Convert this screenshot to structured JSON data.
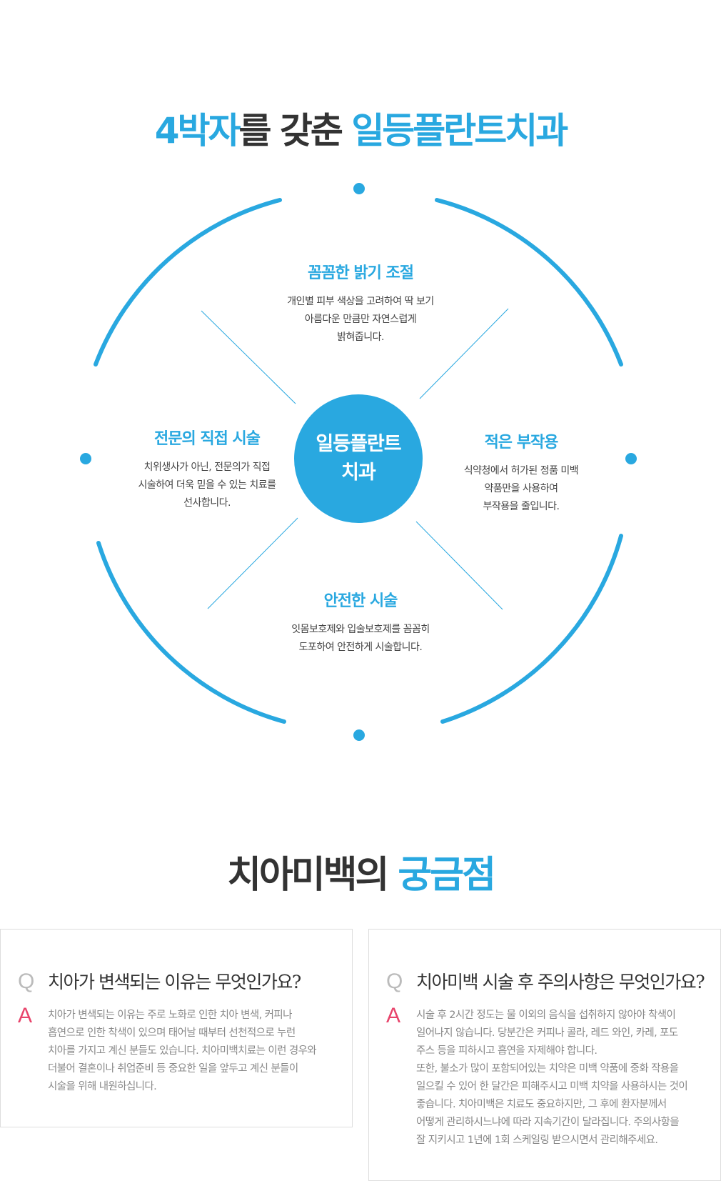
{
  "section1": {
    "title_blue_a": "4박자",
    "title_dark": "를 갖춘 ",
    "title_blue_b": "일등플란트치과",
    "center_label": "일등플란트\n치과",
    "items": [
      {
        "title": "꼼꼼한 밝기 조절",
        "desc": "개인별 피부 색상을 고려하여 딱 보기\n아름다운 만큼만 자연스럽게\n밝혀줍니다."
      },
      {
        "title": "전문의 직접 시술",
        "desc": "치위생사가 아닌, 전문의가 직접\n시술하여 더욱 믿을 수 있는 치료를\n선사합니다."
      },
      {
        "title": "적은 부작용",
        "desc": "식약청에서 허가된 정품 미백\n약품만을 사용하여\n부작용을 줄입니다."
      },
      {
        "title": "안전한 시술",
        "desc": "잇몸보호제와 입술보호제를 꼼꼼히\n도포하여 안전하게 시술합니다."
      }
    ]
  },
  "section2": {
    "title_dark": "치아미백의 ",
    "title_blue": "궁금점",
    "faq": [
      {
        "q_mark": "Q",
        "a_mark": "A",
        "question": "치아가 변색되는 이유는 무엇인가요?",
        "answer": "치아가 변색되는 이유는 주로 노화로 인한 치아 변색, 커피나\n흡연으로 인한 착색이 있으며 태어날 때부터 선천적으로 누런\n치아를 가지고 계신 분들도 있습니다. 치아미백치료는 이런 경우와\n더불어 결혼이나 취업준비 등 중요한 일을 앞두고 계신 분들이\n시술을 위해 내원하십니다."
      },
      {
        "q_mark": "Q",
        "a_mark": "A",
        "question": "치아미백 시술 후 주의사항은 무엇인가요?",
        "answer": "시술 후 2시간 정도는 물 이외의 음식을 섭취하지 않아야 착색이\n일어나지 않습니다. 당분간은 커피나 콜라, 레드 와인, 카레, 포도\n주스 등을 피하시고 흡연을 자제해야 합니다.\n또한, 불소가 많이 포함되어있는 치약은 미백 약품에 중화 작용을\n일으킬 수 있어 한 달간은 피해주시고 미백 치약을 사용하시는 것이\n좋습니다. 치아미백은 치료도 중요하지만, 그 후에 환자분께서\n어떻게 관리하시느냐에 따라 지속기간이 달라집니다. 주의사항을\n잘 지키시고 1년에 1회 스케일링 받으시면서 관리해주세요."
      }
    ]
  },
  "colors": {
    "accent": "#29a8e0",
    "answer_mark": "#e8446b"
  }
}
